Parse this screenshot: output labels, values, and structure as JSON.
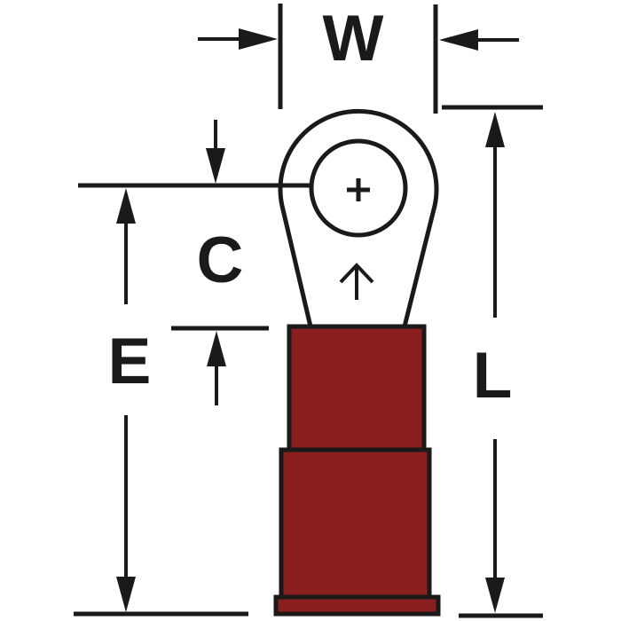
{
  "colors": {
    "background": "#FFFFFF",
    "line": "#1A1A1A",
    "insulation": "#8B1E1E"
  },
  "labels": {
    "w": "W",
    "c": "C",
    "e": "E",
    "l": "L"
  },
  "marks": {
    "hole_center": "+"
  }
}
